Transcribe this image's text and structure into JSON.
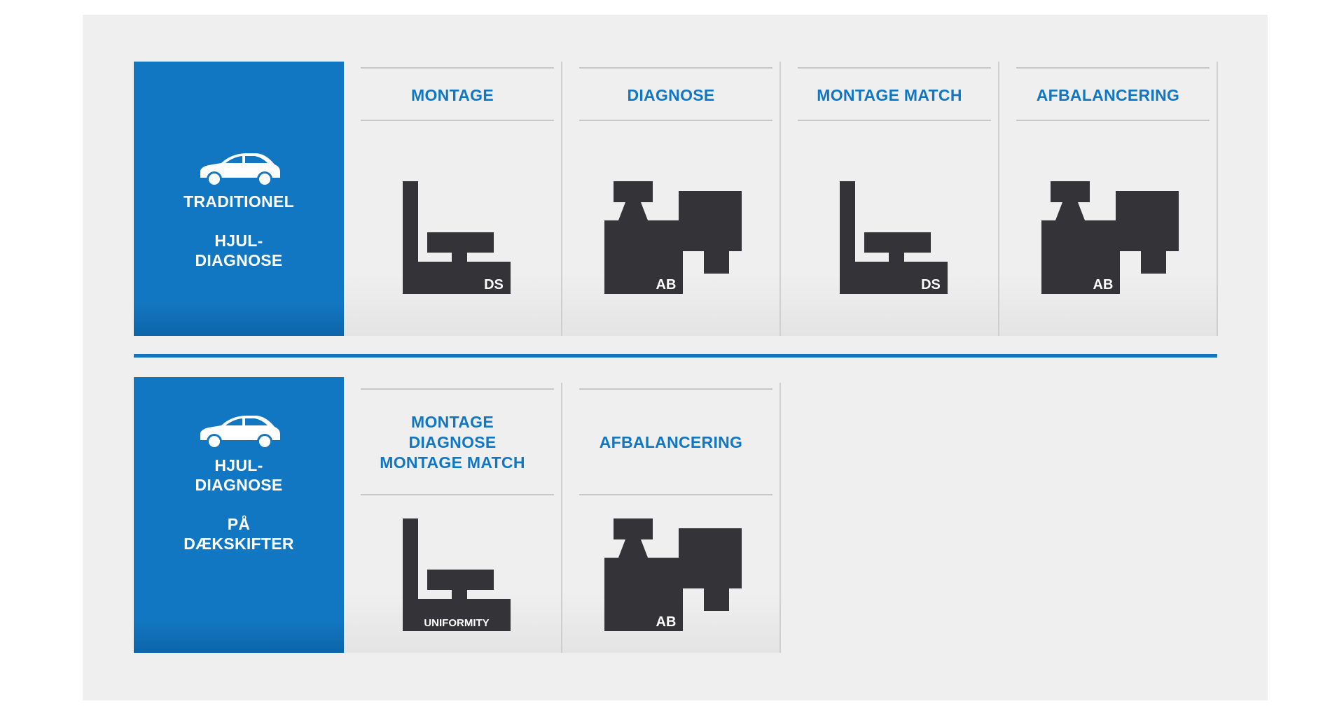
{
  "colors": {
    "blue": "#1277c2",
    "dark": "#333338",
    "panel": "#efefef"
  },
  "rows": [
    {
      "side": {
        "icon": "car-icon",
        "line1": "TRADITIONEL",
        "line2a": "HJUL-",
        "line2b": "DIAGNOSE"
      },
      "columns": [
        {
          "title": "MONTAGE",
          "icon": "mounting-machine-icon",
          "badge": "DS"
        },
        {
          "title": "DIAGNOSE",
          "icon": "balancing-machine-icon",
          "badge": "AB"
        },
        {
          "title": "MONTAGE MATCH",
          "icon": "mounting-machine-icon",
          "badge": "DS"
        },
        {
          "title": "AFBALANCERING",
          "icon": "balancing-machine-icon",
          "badge": "AB"
        }
      ]
    },
    {
      "side": {
        "icon": "car-icon",
        "line1a": "HJUL-",
        "line1b": "DIAGNOSE",
        "line2a": "PÅ",
        "line2b": "DÆKSKIFTER"
      },
      "columns": [
        {
          "title_lines": [
            "MONTAGE",
            "DIAGNOSE",
            "MONTAGE MATCH"
          ],
          "icon": "mounting-machine-icon",
          "badge": "UNIFORMITY"
        },
        {
          "title": "AFBALANCERING",
          "icon": "balancing-machine-icon",
          "badge": "AB"
        }
      ]
    }
  ]
}
